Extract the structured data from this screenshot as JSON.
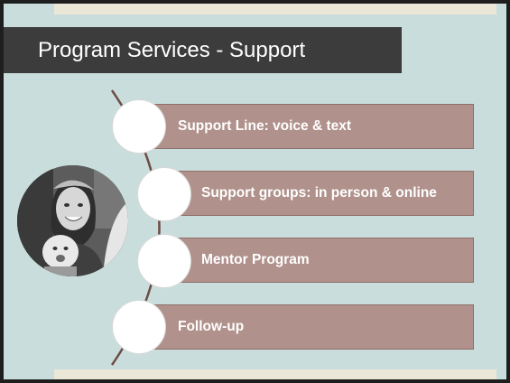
{
  "slide": {
    "title": "Program Services - Support",
    "items": [
      {
        "label": "Support Line: voice & text"
      },
      {
        "label": "Support groups: in person & online"
      },
      {
        "label": "Mentor Program"
      },
      {
        "label": "Follow-up"
      }
    ],
    "photo": {
      "description": "grayscale photo"
    }
  },
  "colors": {
    "background": "#c9dedc",
    "title_bar": "#3c3c3c",
    "item_bar": "#b0918b",
    "accent_band": "#ebe7d8"
  }
}
